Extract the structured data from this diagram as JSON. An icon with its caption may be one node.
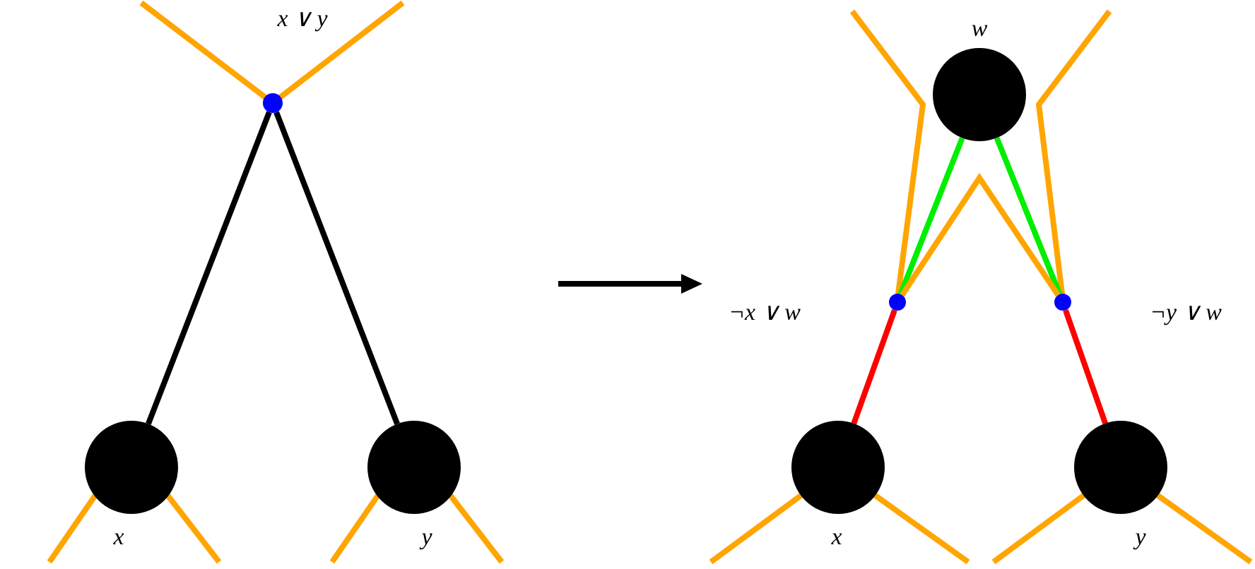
{
  "diagram": {
    "nodes": [
      {
        "text": [],
        "shape": "circle",
        "beside": [
          "x ∨ y"
        ]
      },
      {
        "text": [],
        "shape": "circle",
        "beside": [
          "x"
        ]
      },
      {
        "text": [],
        "shape": "circle",
        "beside": [
          "y"
        ]
      },
      {
        "text": [],
        "shape": "circle",
        "beside": [
          "w"
        ]
      },
      {
        "text": [],
        "shape": "circle",
        "beside": [
          "¬x ∨ w"
        ]
      },
      {
        "text": [],
        "shape": "circle",
        "beside": [
          "¬y ∨ w"
        ]
      },
      {
        "text": [],
        "shape": "circle",
        "beside": [
          "x"
        ]
      },
      {
        "text": [],
        "shape": "circle",
        "beside": [
          "y"
        ]
      }
    ],
    "edges": [
      {
        "from": 0,
        "to": 1,
        "arrow": "none",
        "color": "#000000"
      },
      {
        "from": 0,
        "to": 2,
        "arrow": "none",
        "color": "#000000"
      },
      {
        "from": 3,
        "to": 4,
        "arrow": "none",
        "color": "#00ee00"
      },
      {
        "from": 3,
        "to": 5,
        "arrow": "none",
        "color": "#00ee00"
      },
      {
        "from": 4,
        "to": 6,
        "arrow": "none",
        "color": "#ff0000"
      },
      {
        "from": 5,
        "to": 7,
        "arrow": "none",
        "color": "#ff0000"
      },
      {
        "from": 4,
        "to": 5,
        "arrow": "none",
        "color": "#ffa500"
      }
    ]
  }
}
